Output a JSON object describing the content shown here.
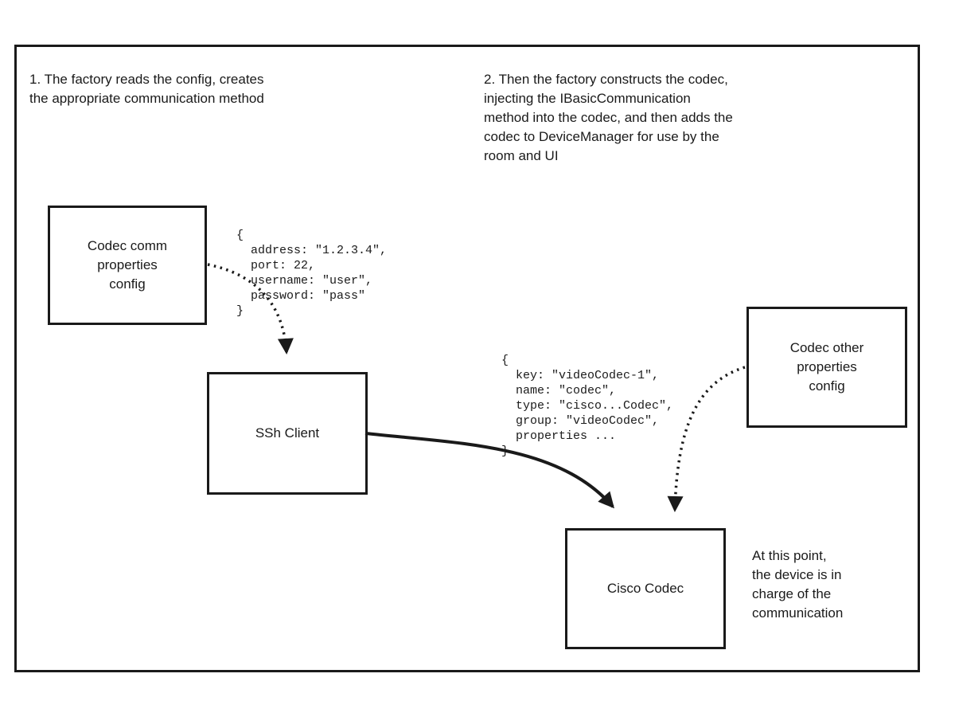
{
  "diagram": {
    "annotations": {
      "step1": "1. The factory reads the config, creates\nthe appropriate communication method",
      "step2": "2. Then the factory constructs the codec,\ninjecting the IBasicCommunication\nmethod into the codec, and then adds the\ncodec to DeviceManager for use by the\nroom and UI",
      "device_note": "At this point,\nthe device is in\ncharge of the\ncommunication"
    },
    "nodes": {
      "codec_comm_config": "Codec comm\nproperties\nconfig",
      "ssh_client": "SSh Client",
      "codec_other_config": "Codec other\nproperties\nconfig",
      "cisco_codec": "Cisco Codec"
    },
    "code": {
      "comm_properties": "{\n  address: \"1.2.3.4\",\n  port: 22,\n  username: \"user\",\n  password: \"pass\"\n}",
      "codec_properties": "{\n  key: \"videoCodec-1\",\n  name: \"codec\",\n  type: \"cisco...Codec\",\n  group: \"videoCodec\",\n  properties ...\n}"
    },
    "colors": {
      "line": "#1a1a1a",
      "background": "#ffffff"
    }
  }
}
